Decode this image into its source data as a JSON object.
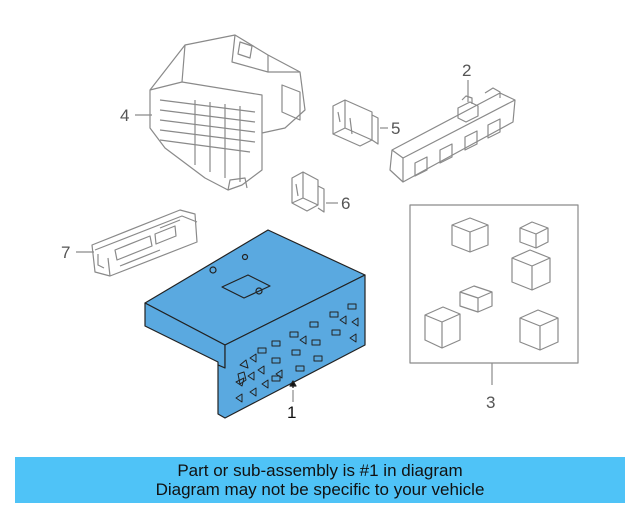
{
  "diagram": {
    "callouts": {
      "c1": "1",
      "c2": "2",
      "c3": "3",
      "c4": "4",
      "c5": "5",
      "c6": "6",
      "c7": "7"
    },
    "highlight_color": "#5aa9e0",
    "line_color": "#8a8a8a"
  },
  "caption": {
    "line1": "Part or sub-assembly is #1 in diagram",
    "line2": "Diagram may not be specific to your vehicle",
    "background": "#4fc3f7"
  }
}
